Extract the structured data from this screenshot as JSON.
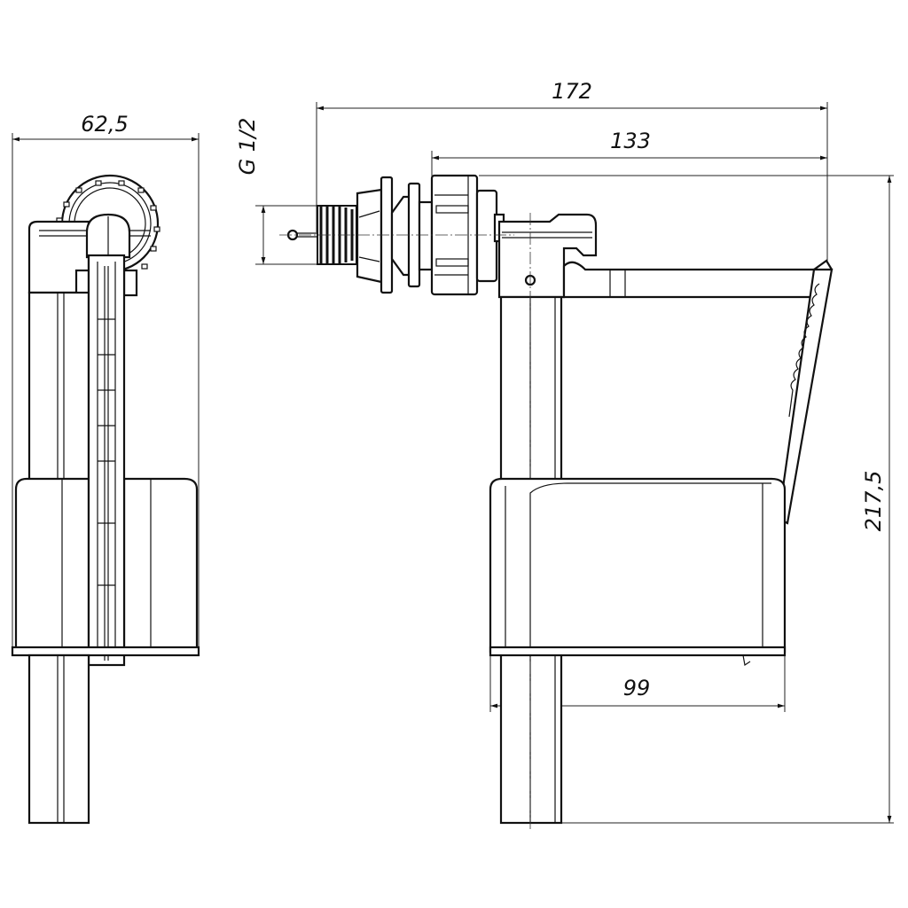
{
  "title": "Side-entry fill valve technical drawing",
  "dimensions": {
    "width_side": "62,5",
    "total_length": "172",
    "arm_length": "133",
    "thread": "G 1/2",
    "height": "217,5",
    "float_width": "99"
  },
  "colors": {
    "line": "#111111",
    "background": "#ffffff"
  }
}
